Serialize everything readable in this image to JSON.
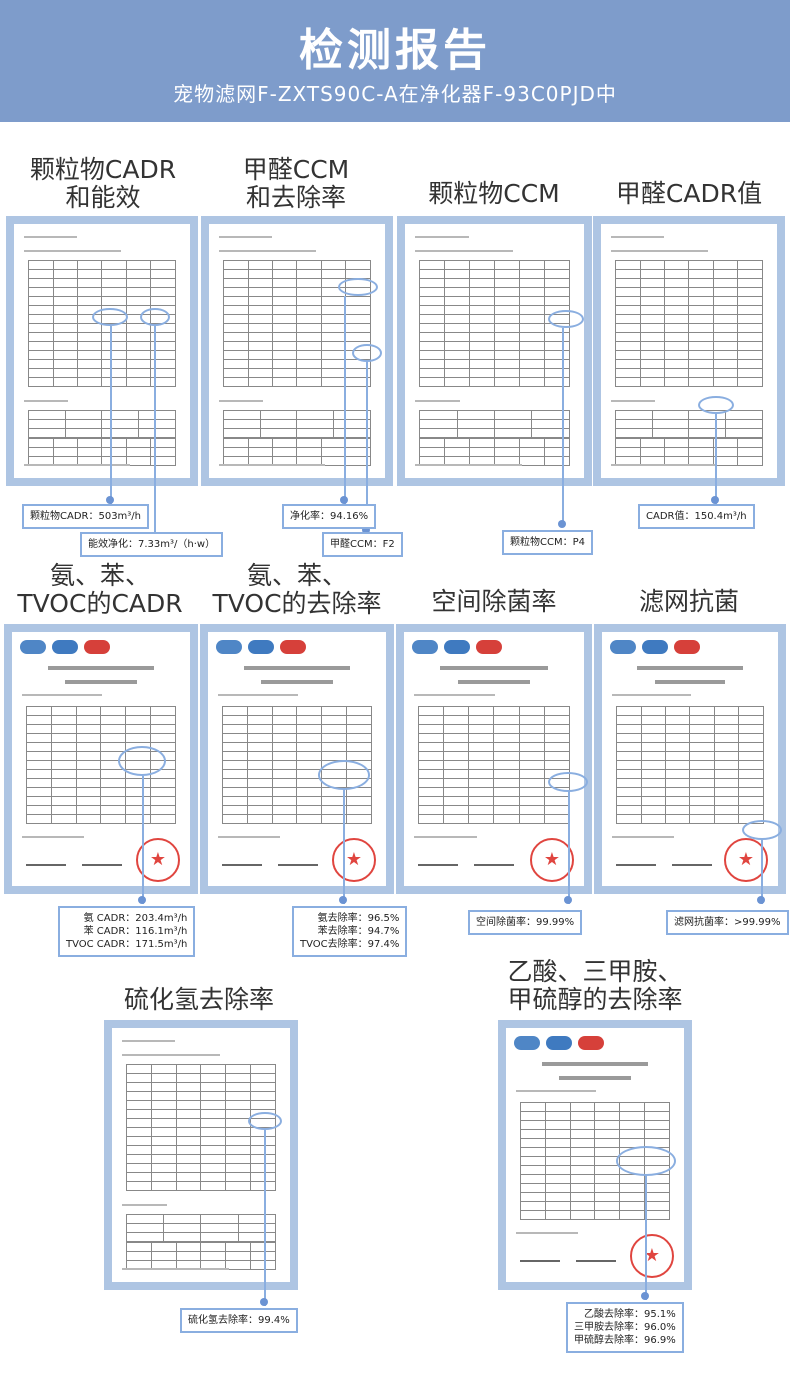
{
  "header": {
    "title": "检测报告",
    "subtitle": "宠物滤网F-ZXTS90C-A在净化器F-93C0PJD中"
  },
  "sections": {
    "s1": {
      "title_line1": "颗粒物CADR",
      "title_line2": "和能效"
    },
    "s2": {
      "title_line1": "甲醛CCM",
      "title_line2": "和去除率"
    },
    "s3": {
      "title": "颗粒物CCM"
    },
    "s4": {
      "title": "甲醛CADR值"
    },
    "s5": {
      "title_line1": "氨、苯、",
      "title_line2": "TVOC的CADR"
    },
    "s6": {
      "title_line1": "氨、苯、",
      "title_line2": "TVOC的去除率"
    },
    "s7": {
      "title": "空间除菌率"
    },
    "s8": {
      "title": "滤网抗菌"
    },
    "s9": {
      "title": "硫化氢去除率"
    },
    "s10": {
      "title_line1": "乙酸、三甲胺、",
      "title_line2": "甲硫醇的去除率"
    }
  },
  "callouts": {
    "particle_cadr": "颗粒物CADR：503m³/h",
    "energy_efficiency": "能效净化：7.33m³/（h·w）",
    "purification_rate": "净化率：94.16%",
    "formaldehyde_ccm": "甲醛CCM：F2",
    "particle_ccm": "颗粒物CCM：P4",
    "formaldehyde_cadr": "CADR值：150.4m³/h",
    "ammonia_cadr": "氨 CADR：203.4m³/h",
    "benzene_cadr": "苯 CADR：116.1m³/h",
    "tvoc_cadr": "TVOC CADR：171.5m³/h",
    "ammonia_removal": "氨去除率：96.5%",
    "benzene_removal": "苯去除率：94.7%",
    "tvoc_removal": "TVOC去除率：97.4%",
    "sterilization_rate": "空间除菌率：99.99%",
    "filter_antibacterial": "滤网抗菌率：>99.99%",
    "h2s_removal": "硫化氢去除率：99.4%",
    "acetic_acid_removal": "乙酸去除率：95.1%",
    "trimethylamine_removal": "三甲胺去除率：96.0%",
    "methyl_mercaptan_removal": "甲硫醇去除率：96.9%"
  },
  "colors": {
    "header_bg": "#7e9ccb",
    "frame_bg": "#aec5e3",
    "accent": "#8aaee0",
    "seal_red": "#e0453f"
  }
}
